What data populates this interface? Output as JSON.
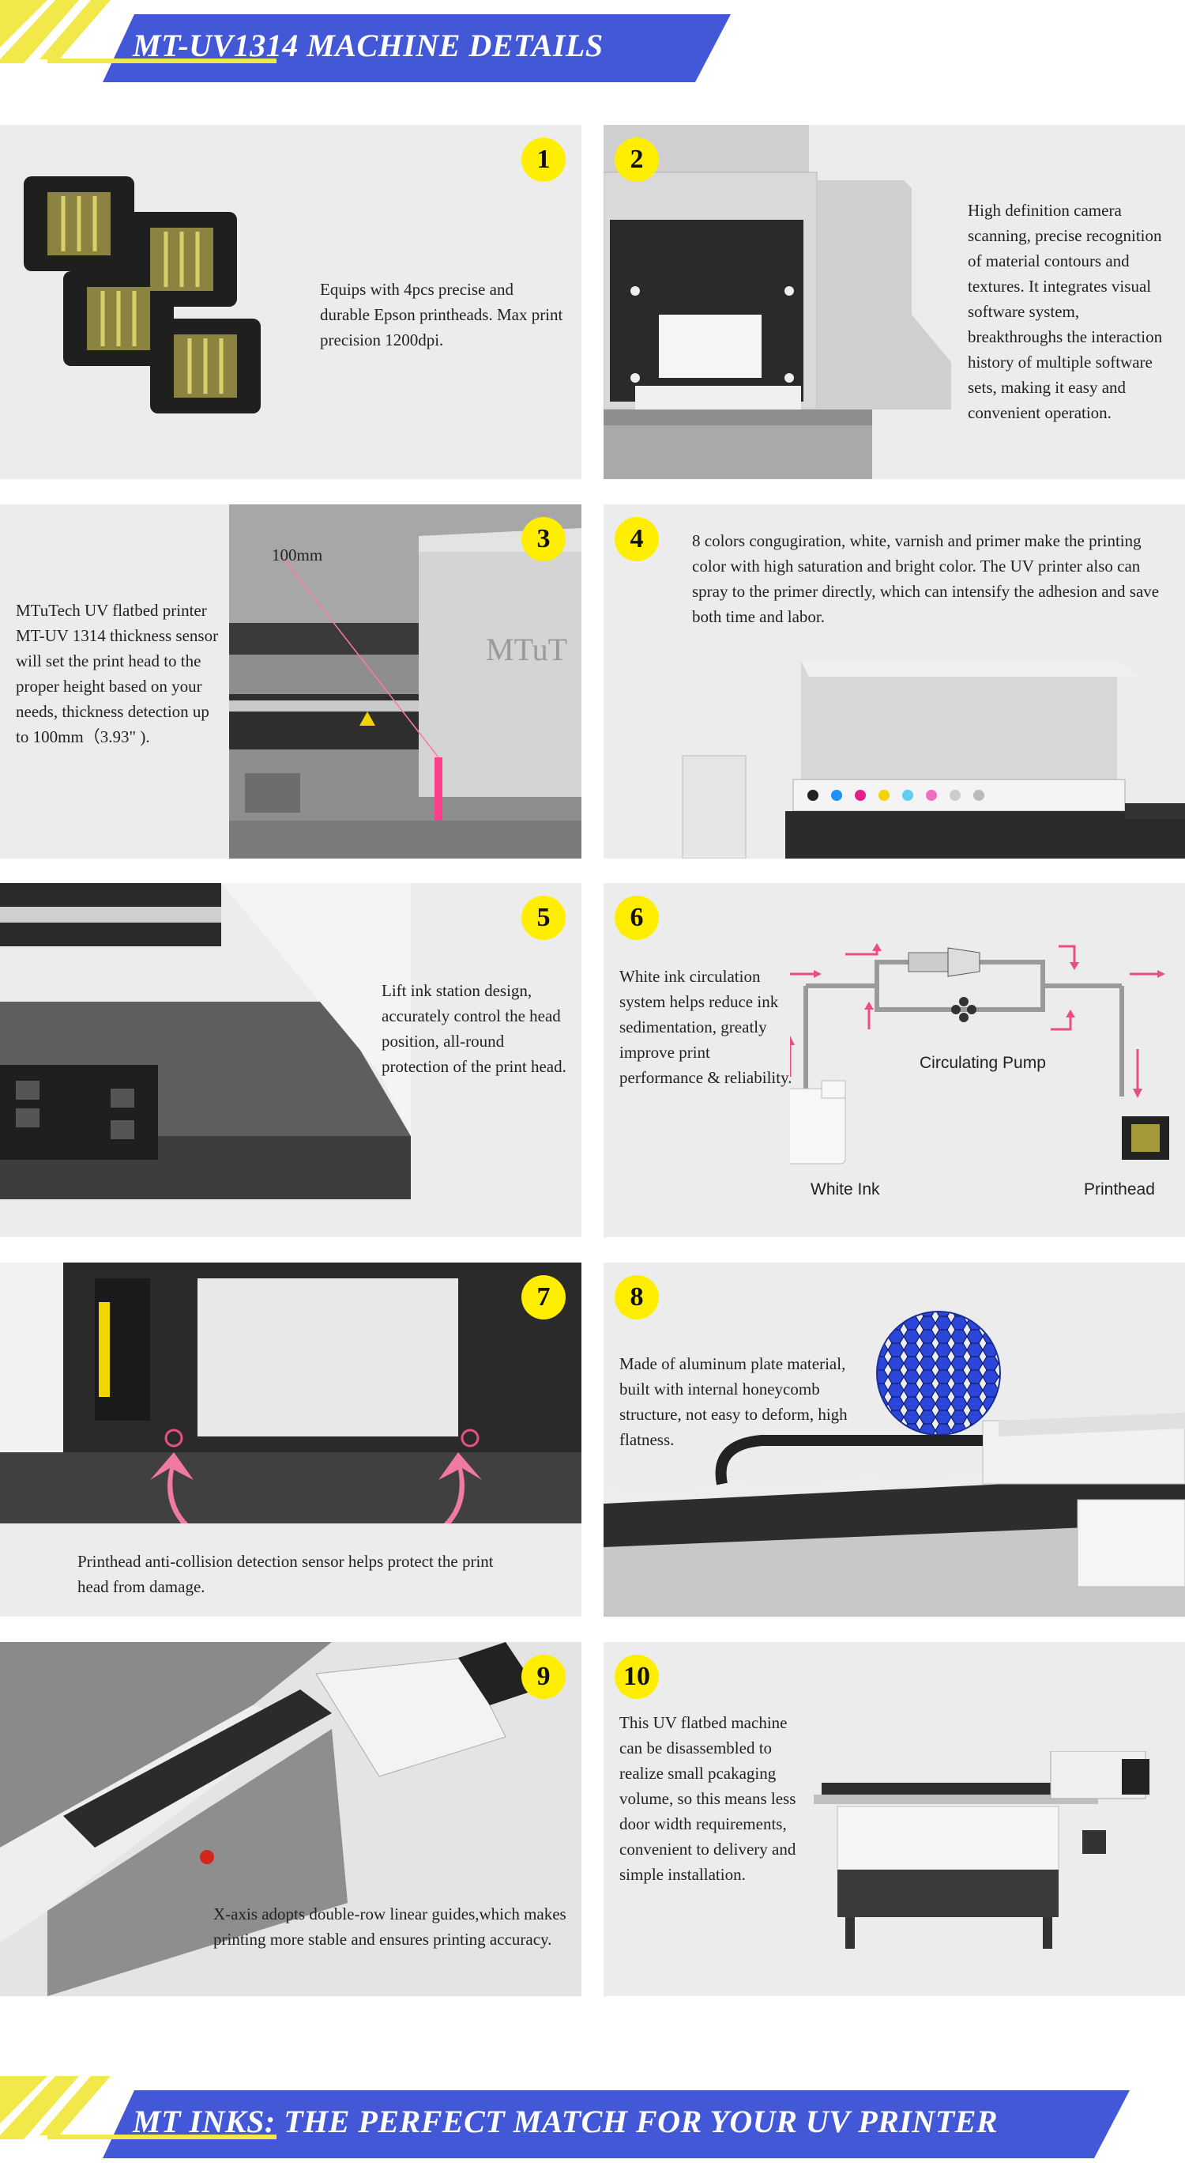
{
  "header": {
    "title": "MT-UV1314 MACHINE DETAILS"
  },
  "footer": {
    "title": "MT INKS: THE PERFECT MATCH FOR YOUR UV PRINTER"
  },
  "colors": {
    "banner_blue": "#4358d6",
    "accent_yellow": "#f2e84a",
    "badge_yellow": "#ffee00",
    "panel_gray": "#ececec",
    "pink_arrow": "#e9507f"
  },
  "panels": [
    {
      "number": "1",
      "text": "Equips with 4pcs precise and durable Epson printheads. Max print precision 1200dpi."
    },
    {
      "number": "2",
      "text": "High definition camera scanning, precise recognition of material contours and textures. It integrates visual software system, breakthroughs the interaction history of multiple software sets, making it easy and convenient operation."
    },
    {
      "number": "3",
      "text": "MTuTech UV flatbed printer MT-UV 1314 thickness sensor will set the print head to the proper height based on your needs, thickness detection up to 100mm（3.93\" ).",
      "dimension_label": "100mm",
      "logo_text": "MTuT"
    },
    {
      "number": "4",
      "text": "8 colors congugiration, white, varnish and primer make the printing color with high saturation and bright color. The UV printer also can spray to the primer directly, which can intensify the adhesion and save both time and labor."
    },
    {
      "number": "5",
      "text": "Lift ink station design, accurately control the head position, all-round protection of the print head."
    },
    {
      "number": "6",
      "text": "White ink circulation system helps reduce ink sedimentation, greatly improve print performance & reliability.",
      "diagram_labels": {
        "pump": "Circulating Pump",
        "ink": "White Ink",
        "head": "Printhead"
      }
    },
    {
      "number": "7",
      "text": "Printhead anti-collision detection sensor helps protect the print head from damage."
    },
    {
      "number": "8",
      "text": "Made of aluminum plate material, built with internal honeycomb structure, not easy to deform, high flatness."
    },
    {
      "number": "9",
      "text": "X-axis adopts double-row linear guides,which makes printing more stable and ensures printing accuracy."
    },
    {
      "number": "10",
      "text": "This UV flatbed machine can be disassembled to realize small pcakaging volume, so this means less door width requirements, convenient to delivery and simple installation."
    }
  ]
}
